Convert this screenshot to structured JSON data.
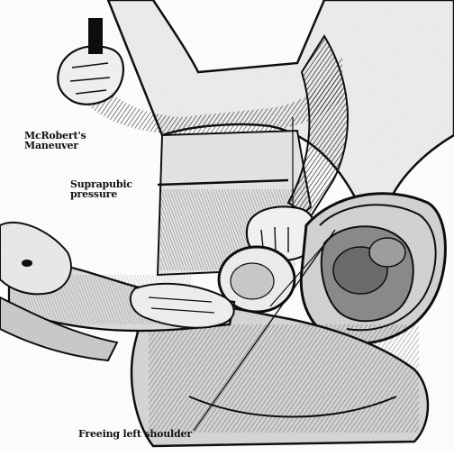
{
  "labels": {
    "mcroberts": [
      "McRobert's",
      "Maneuver"
    ],
    "suprapubic": [
      "Suprapubic",
      "pressure"
    ],
    "shoulder": "Freeing left shoulder"
  },
  "colors": {
    "ink": "#111111",
    "background": "#fbfbfb"
  }
}
